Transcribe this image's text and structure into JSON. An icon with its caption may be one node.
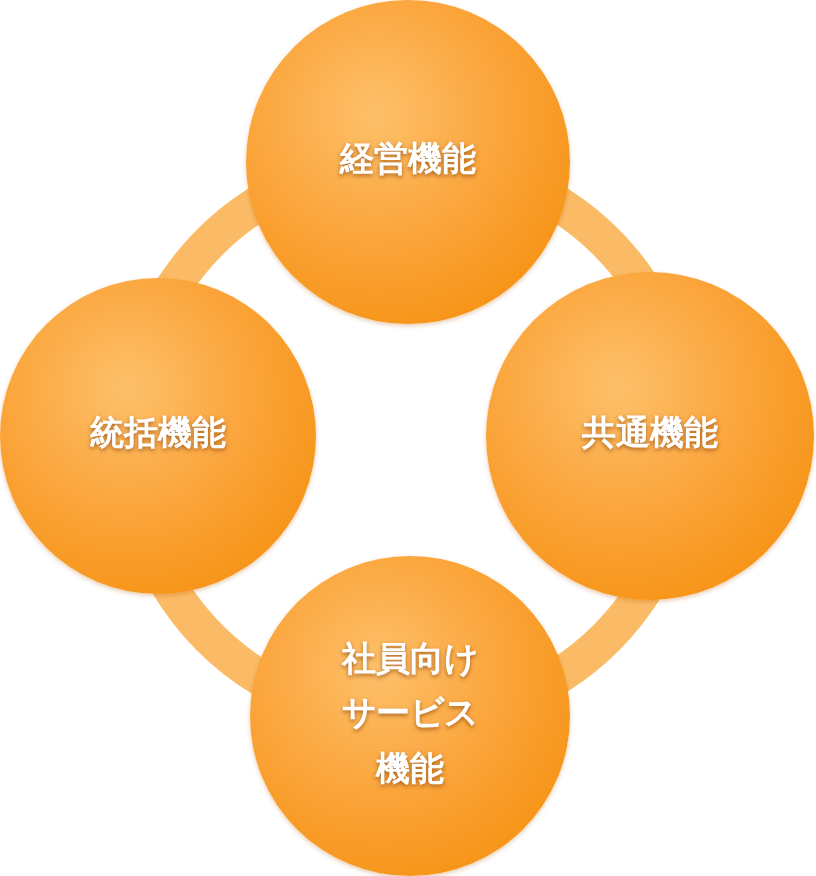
{
  "diagram": {
    "nodes": [
      {
        "text": [
          "経営機能"
        ]
      },
      {
        "text": [
          "統括機能"
        ]
      },
      {
        "text": [
          "共通機能"
        ]
      },
      {
        "text": [
          "社員向けサービス機能"
        ]
      }
    ],
    "edges": [
      {
        "from": 0,
        "to": 2,
        "arrow": "none"
      },
      {
        "from": 2,
        "to": 3,
        "arrow": "none"
      },
      {
        "from": 3,
        "to": 1,
        "arrow": "none"
      },
      {
        "from": 1,
        "to": 0,
        "arrow": "none"
      }
    ]
  }
}
